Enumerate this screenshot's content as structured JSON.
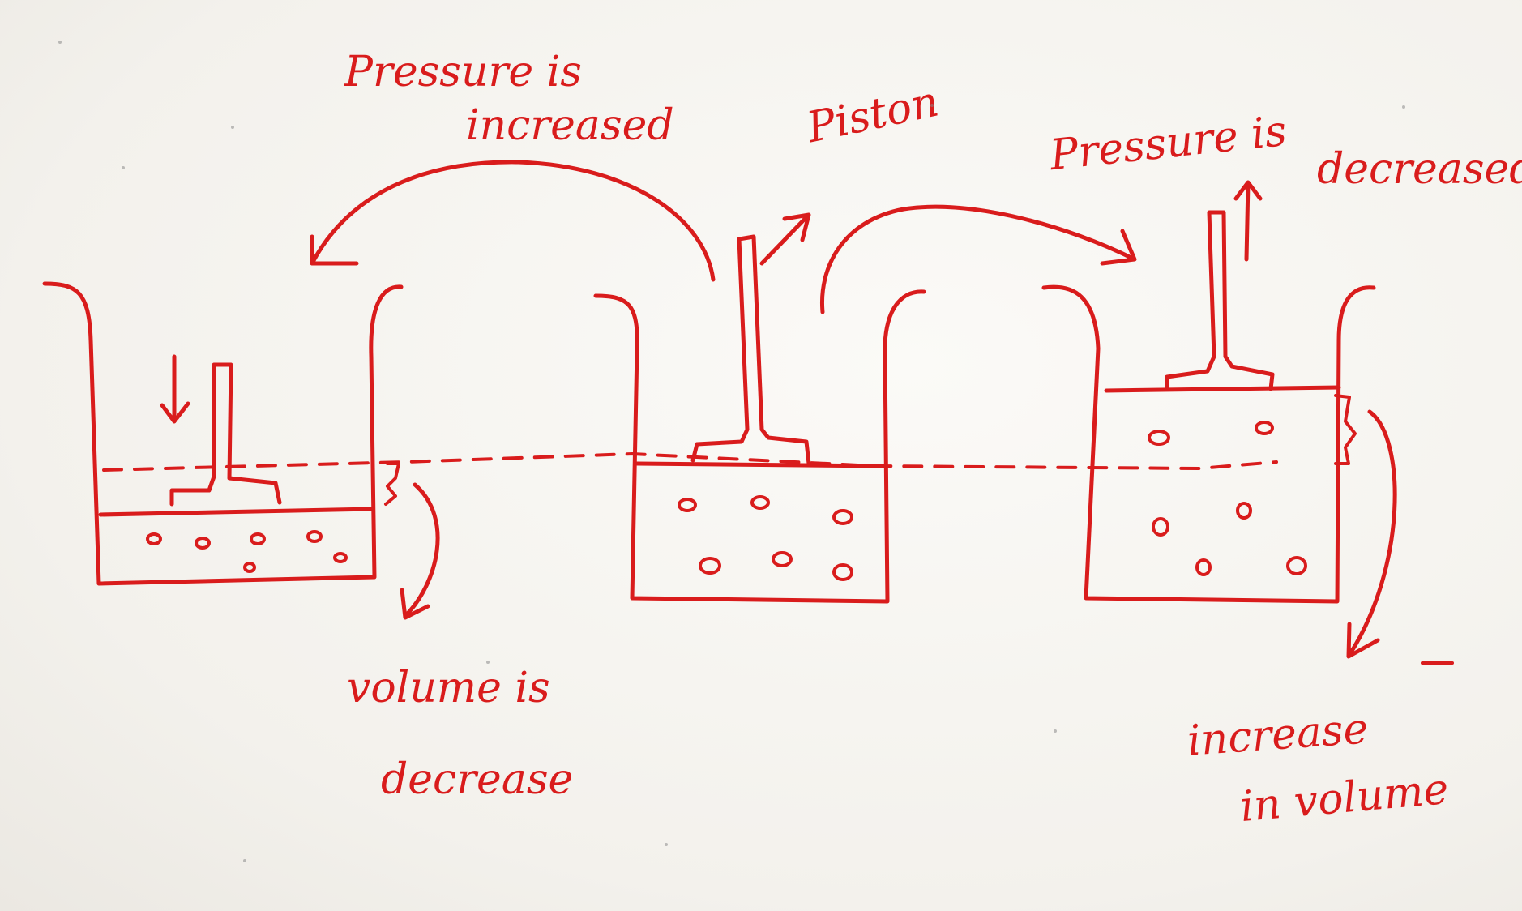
{
  "labels": {
    "pressure_increased_1": "Pressure is",
    "pressure_increased_2": "increased",
    "piston": "Piston",
    "pressure_decreased_1": "Pressure is",
    "pressure_decreased_2": "decreased",
    "volume_decrease_1": "volume is",
    "volume_decrease_2": "decrease",
    "increase_volume_1": "increase",
    "increase_volume_2": "in volume"
  },
  "colors": {
    "ink": "#d91c1c",
    "paper": "#f6f4f0"
  }
}
